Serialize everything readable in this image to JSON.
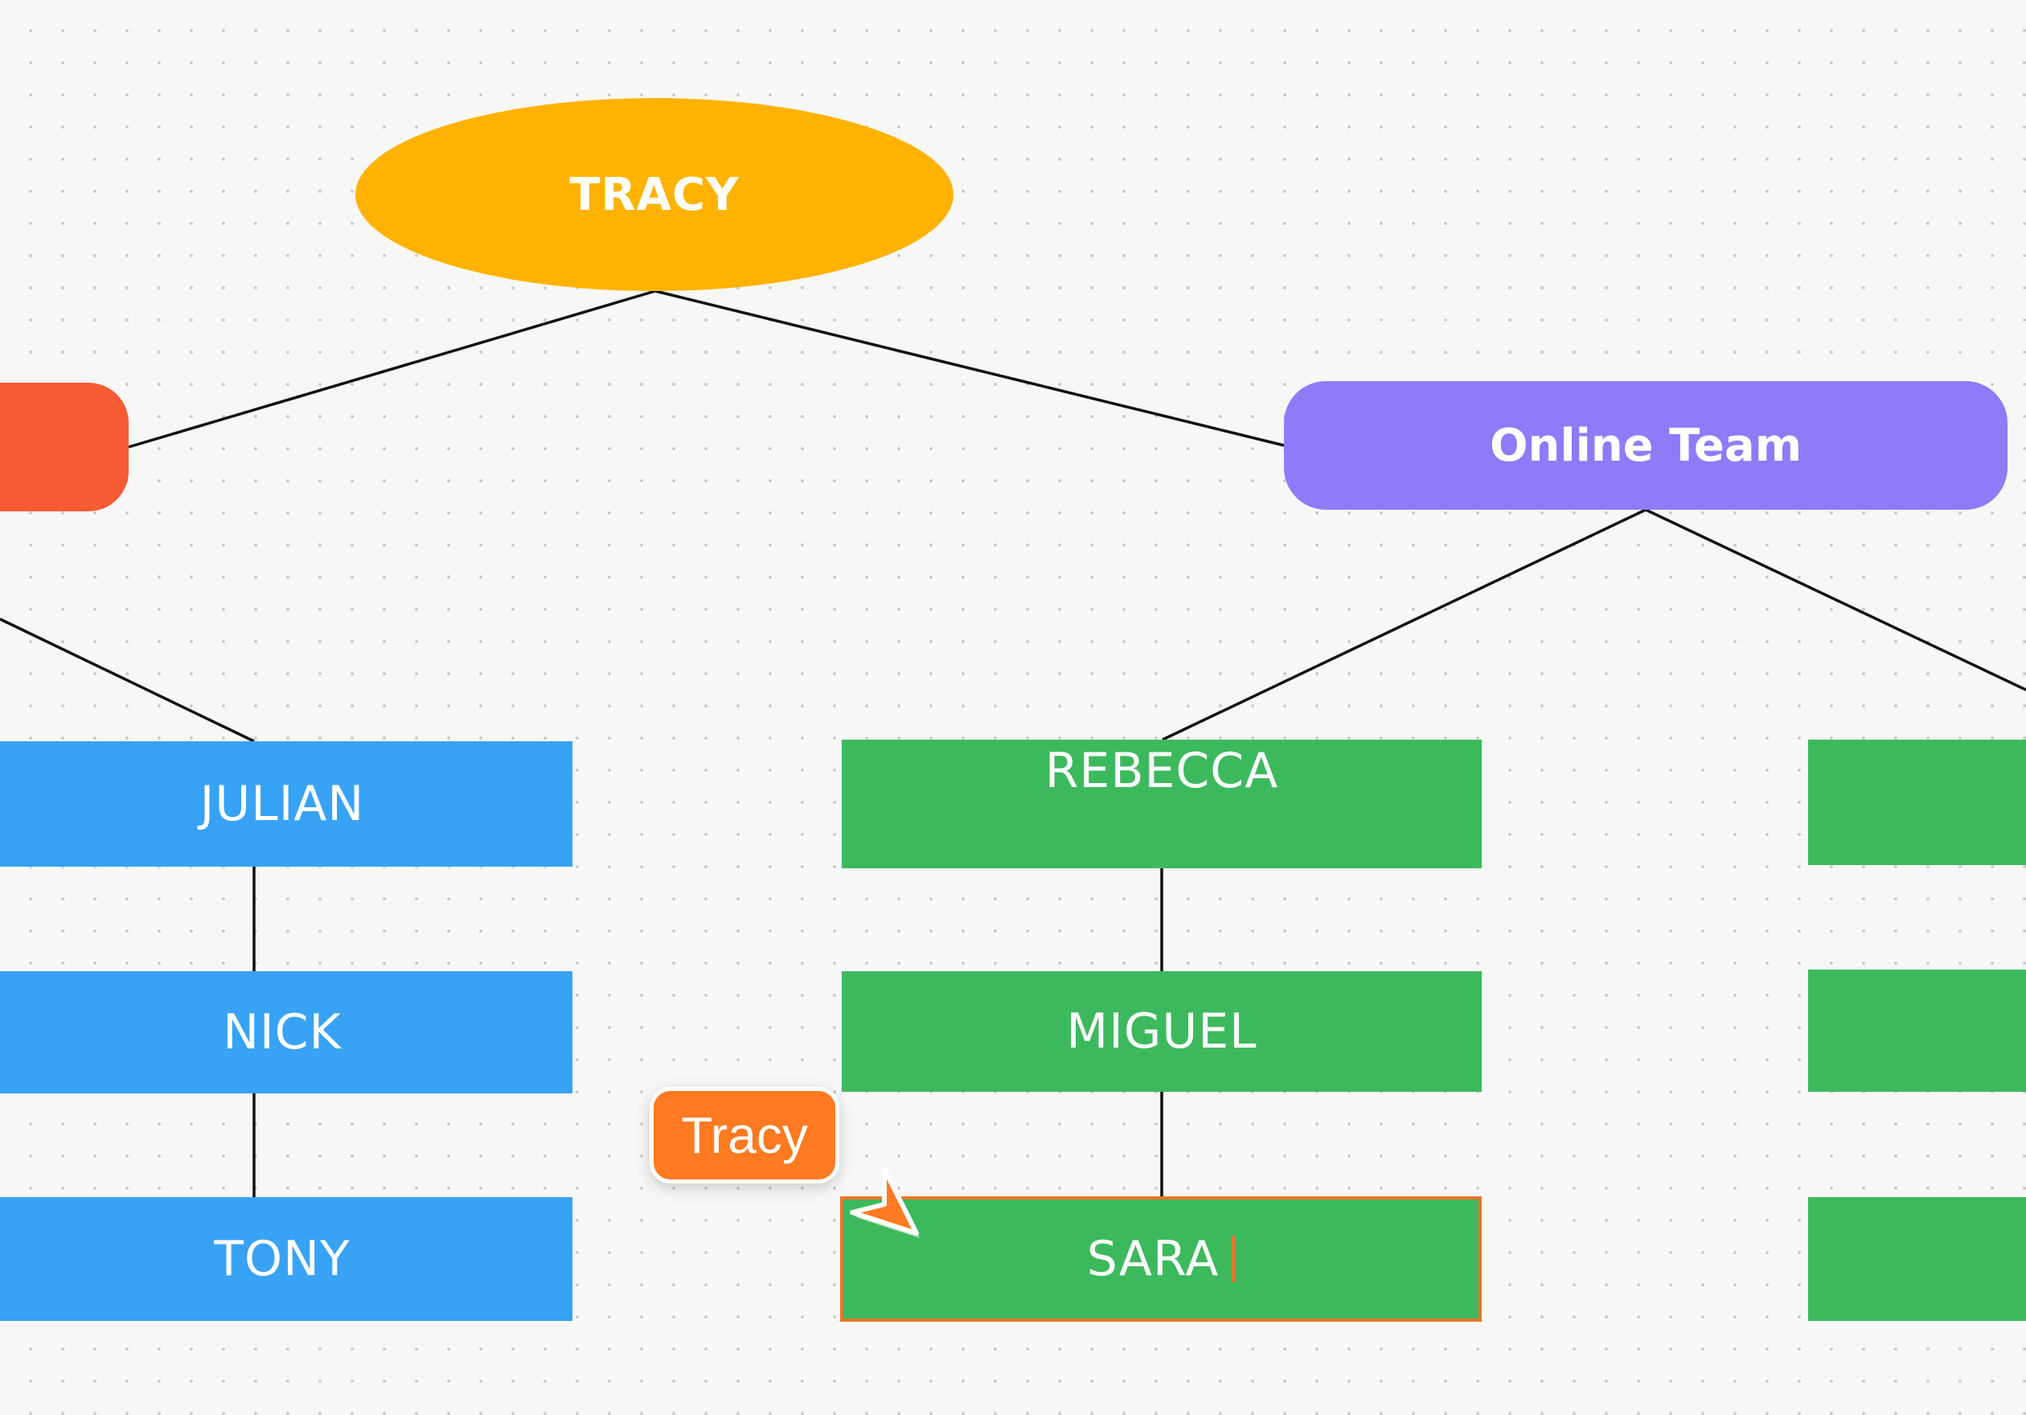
{
  "colors": {
    "root": "#FFB300",
    "left_team": "#F75B34",
    "online_team": "#8E7BF8",
    "left_members": "#38A2F5",
    "online_members": "#3DB95D",
    "connector": "#111111",
    "cursor": "#FF7A21",
    "selection_border": "#E8772A"
  },
  "nodes": {
    "root": {
      "label": "TRACY",
      "shape": "ellipse"
    },
    "left_team": {
      "label": "",
      "shape": "rounded-rect"
    },
    "online_team": {
      "label": "Online Team",
      "shape": "pill"
    },
    "left_members": [
      {
        "label": "JULIAN"
      },
      {
        "label": "NICK"
      },
      {
        "label": "TONY"
      }
    ],
    "online_members": [
      {
        "label": "REBECCA"
      },
      {
        "label": "MIGUEL"
      },
      {
        "label": "SARA",
        "editing": true
      }
    ],
    "right_members": [
      {
        "label": ""
      },
      {
        "label": ""
      },
      {
        "label": ""
      }
    ]
  },
  "collaborator_cursor": {
    "name": "Tracy",
    "icon": "pointer-arrow-icon"
  }
}
